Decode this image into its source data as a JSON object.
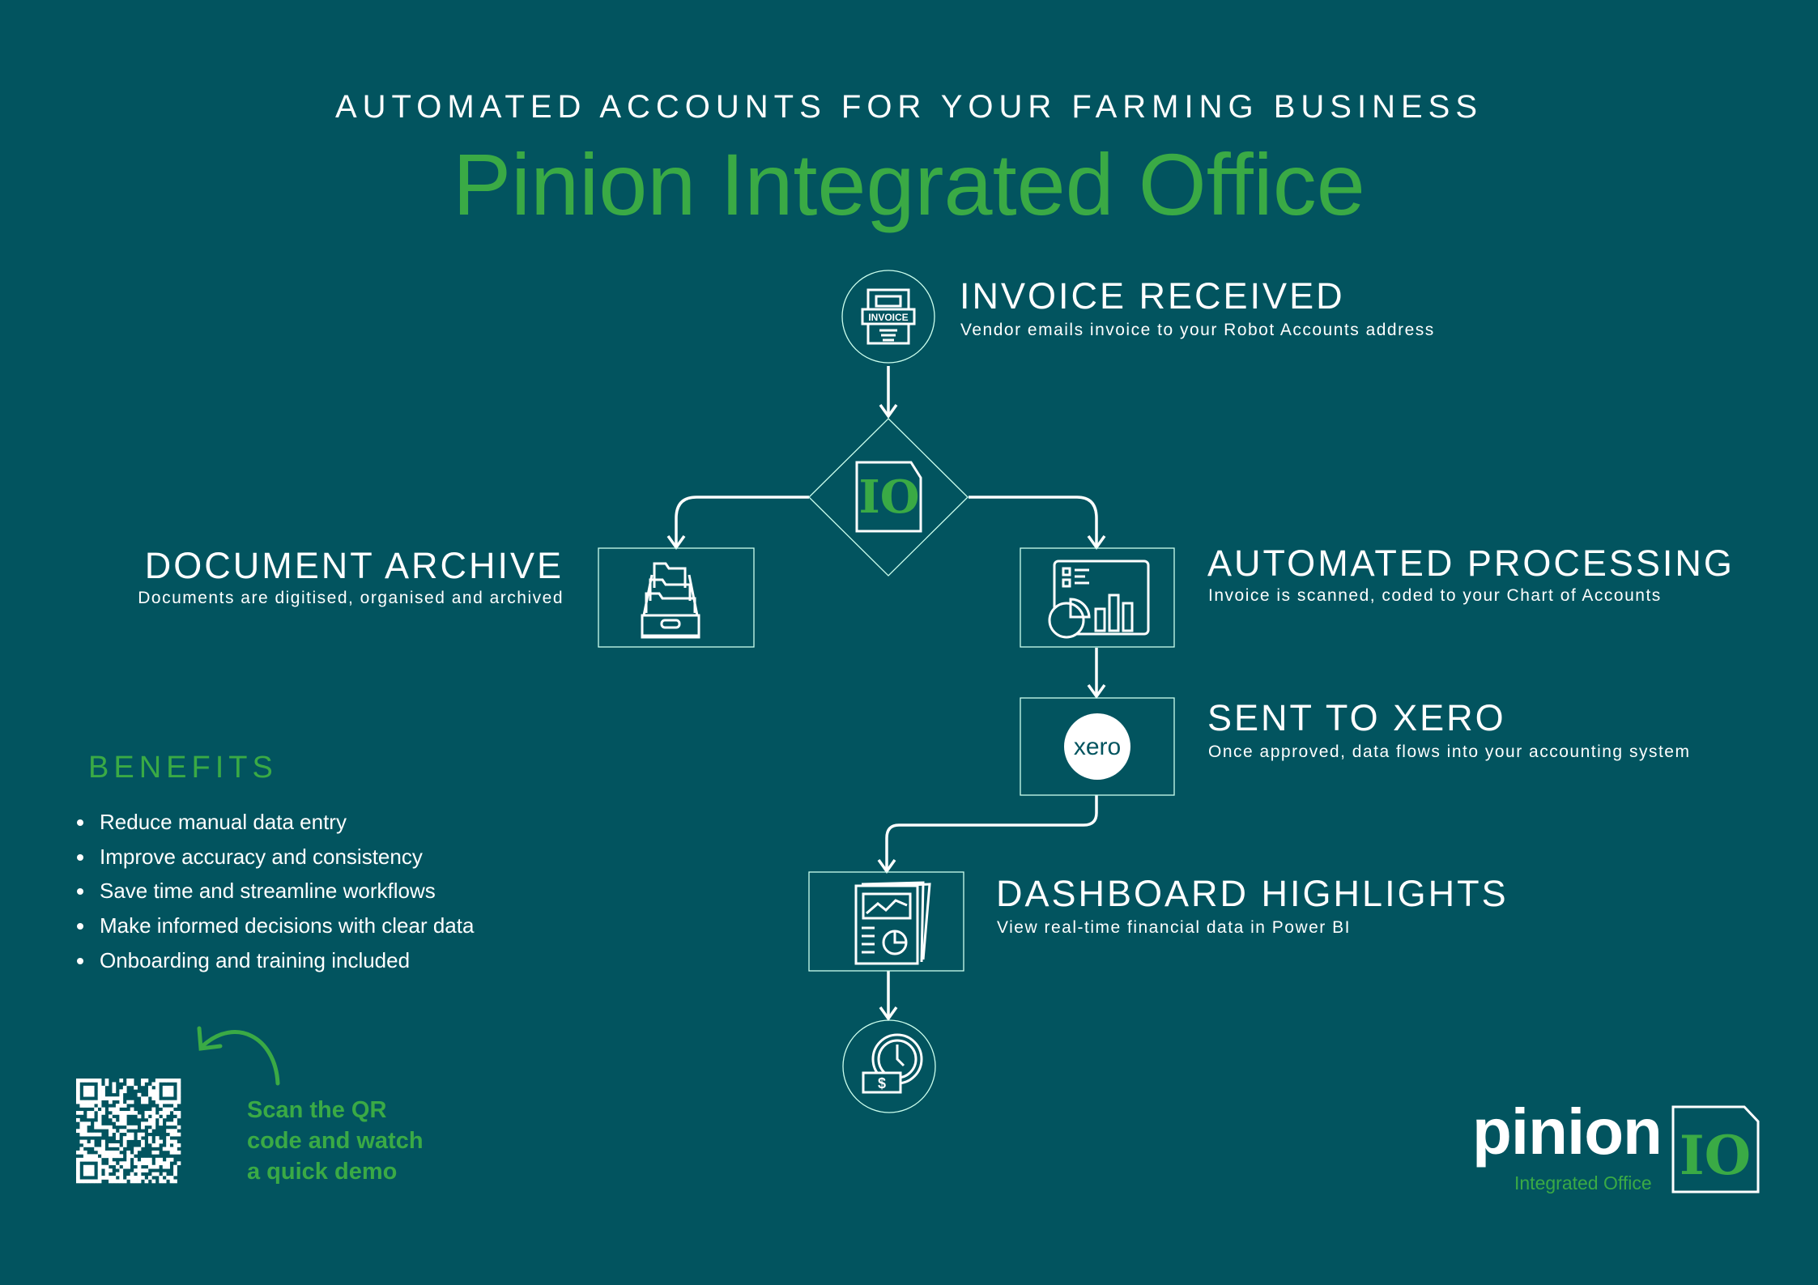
{
  "header": {
    "kicker": "AUTOMATED ACCOUNTS FOR YOUR FARMING BUSINESS",
    "title": "Pinion Integrated Office"
  },
  "steps": {
    "invoice": {
      "title": "INVOICE RECEIVED",
      "desc": "Vendor emails invoice to your Robot Accounts address",
      "icon_label": "INVOICE"
    },
    "hub": {
      "icon_label": "IO"
    },
    "archive": {
      "title": "DOCUMENT ARCHIVE",
      "desc": "Documents are digitised, organised and archived"
    },
    "processing": {
      "title": "AUTOMATED PROCESSING",
      "desc": "Invoice is scanned, coded to your Chart of Accounts"
    },
    "xero": {
      "title": "SENT TO XERO",
      "desc": "Once approved, data flows into your accounting system",
      "icon_label": "xero"
    },
    "dashboard": {
      "title": "DASHBOARD HIGHLIGHTS",
      "desc": "View real-time financial data in Power BI"
    }
  },
  "benefits": {
    "title": "BENEFITS",
    "items": [
      "Reduce manual data entry",
      "Improve accuracy and consistency",
      "Save time and streamline workflows",
      "Make informed decisions with clear data",
      "Onboarding and training included"
    ]
  },
  "qr": {
    "lines": [
      "Scan the QR",
      "code and watch",
      "a quick demo"
    ]
  },
  "logo": {
    "word": "pinion",
    "mark": "IO",
    "sub": "Integrated Office"
  },
  "colors": {
    "background": "#02545f",
    "accent": "#3aaa45",
    "line": "#ffffff"
  }
}
